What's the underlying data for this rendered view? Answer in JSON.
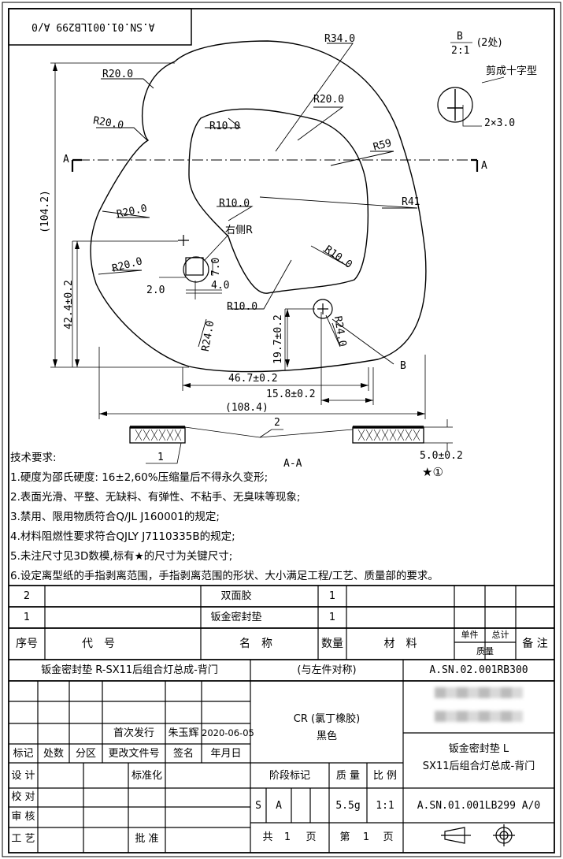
{
  "doc_number_box": "A.SN.01.001LB299 A/0",
  "dims": {
    "r34": "R34.0",
    "r20a": "R20.0",
    "r20b": "R20.0",
    "r20c": "R20.0",
    "r20d": "R20.0",
    "r20e": "R20.0",
    "r10a": "R10.0",
    "r10b": "R10.0",
    "r10c": "R10.0",
    "r10d": "R10.0",
    "r59": "R59",
    "r41": "R41",
    "r24a": "R24.0",
    "r24b": "R24.0",
    "h104": "(104.2)",
    "h42": "42.4±0.2",
    "d19": "19.7±0.2",
    "d46": "46.7±0.2",
    "d15": "15.8±0.2",
    "w108": "(108.4)",
    "d2": "2.0",
    "d4": "4.0",
    "d7": "7.0",
    "right_r": "右侧R",
    "sec_a_left": "A",
    "sec_a_right": "A",
    "b_label": "B",
    "detail_b": "B",
    "detail_scale": "2:1",
    "detail_count": "(2处)",
    "cross_cut": "剪成十字型",
    "cross_dim": "2×3.0",
    "section_title": "A-A",
    "callout_1": "1",
    "callout_2": "2",
    "thickness": "5.0±0.2",
    "key_mark": "★①"
  },
  "tech_req": {
    "title": "技术要求:",
    "items": [
      "1.硬度为邵氏硬度: 16±2,60%压缩量后不得永久变形;",
      "2.表面光滑、平整、无缺料、有弹性、不粘手、无臭味等现象;",
      "3.禁用、限用物质符合Q/JL J160001的规定;",
      "4.材料阻燃性要求符合QJLY J7110335B的规定;",
      "5.未注尺寸见3D数模,标有★的尺寸为关键尺寸;",
      "6.设定离型纸的手指剥离范围，手指剥离范围的形状、大小满足工程/工艺、质量部的要求。"
    ]
  },
  "bom": {
    "rows": [
      {
        "no": "2",
        "name": "双面胶",
        "qty": "1"
      },
      {
        "no": "1",
        "name": "钣金密封垫",
        "qty": "1"
      }
    ],
    "header": {
      "no": "序号",
      "code": "代　号",
      "name": "名　称",
      "qty": "数量",
      "material": "材　料",
      "single": "单件",
      "total": "总计",
      "mass": "质量",
      "remark": "备 注"
    }
  },
  "title_block": {
    "part_desc": "钣金密封垫 R-SX11后组合灯总成-背门",
    "mirror_note": "(与左件对称)",
    "mirror_code": "A.SN.02.001RB300",
    "material": "CR (氯丁橡胶)",
    "color": "黑色",
    "rev_note": "首次发行",
    "rev_person": "朱玉辉",
    "rev_date": "2020-06-05",
    "rev_headers": [
      "标记",
      "处数",
      "分区",
      "更改文件号",
      "签名",
      "年月日"
    ],
    "sign_rows": [
      "设 计",
      "校 对",
      "审 核",
      "工 艺"
    ],
    "standardize": "标准化",
    "approve": "批 准",
    "stage_label": "阶段标记",
    "mass_label": "质 量",
    "scale_label": "比 例",
    "stage_s": "S",
    "stage_a": "A",
    "mass": "5.5g",
    "scale": "1:1",
    "name_line1": "钣金密封垫 L",
    "name_line2": "SX11后组合灯总成-背门",
    "drawing_no": "A.SN.01.001LB299 A/0",
    "sheets_label": "共",
    "sheets": "1",
    "page_unit": "页",
    "sheet_label": "第",
    "sheet": "1",
    "page_unit2": "页"
  }
}
